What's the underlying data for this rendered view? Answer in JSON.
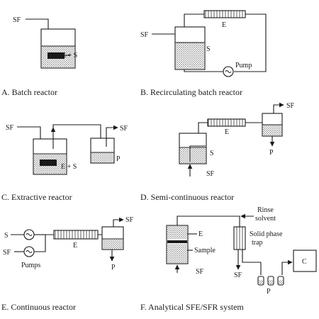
{
  "panels": {
    "a": {
      "caption": "A.  Batch reactor",
      "sf": "SF",
      "es": "E + S"
    },
    "b": {
      "caption": "B.  Recirculating batch reactor",
      "sf": "SF",
      "e": "E",
      "s": "S",
      "pump": "Pump"
    },
    "c": {
      "caption": "C.  Extractive reactor",
      "sf_in": "SF",
      "sf_out": "SF",
      "es": "E + S",
      "p": "P"
    },
    "d": {
      "caption": "D.  Semi-continuous reactor",
      "sf_out": "SF",
      "e": "E",
      "s": "S",
      "p": "P",
      "sf_in": "SF"
    },
    "e": {
      "caption": "E.  Continuous reactor",
      "s": "S",
      "sf_in": "SF",
      "pumps": "Pumps",
      "e": "E",
      "sf_out": "SF",
      "p": "P"
    },
    "f": {
      "caption": "F.  Analytical SFE/SFR system",
      "rinse": "Rinse",
      "solvent": "solvent",
      "solid1": "Solid phase",
      "solid2": "trap",
      "e": "E",
      "sample": "Sample",
      "sf_in": "SF",
      "sf_out": "SF",
      "p": "P",
      "c": "C"
    }
  }
}
